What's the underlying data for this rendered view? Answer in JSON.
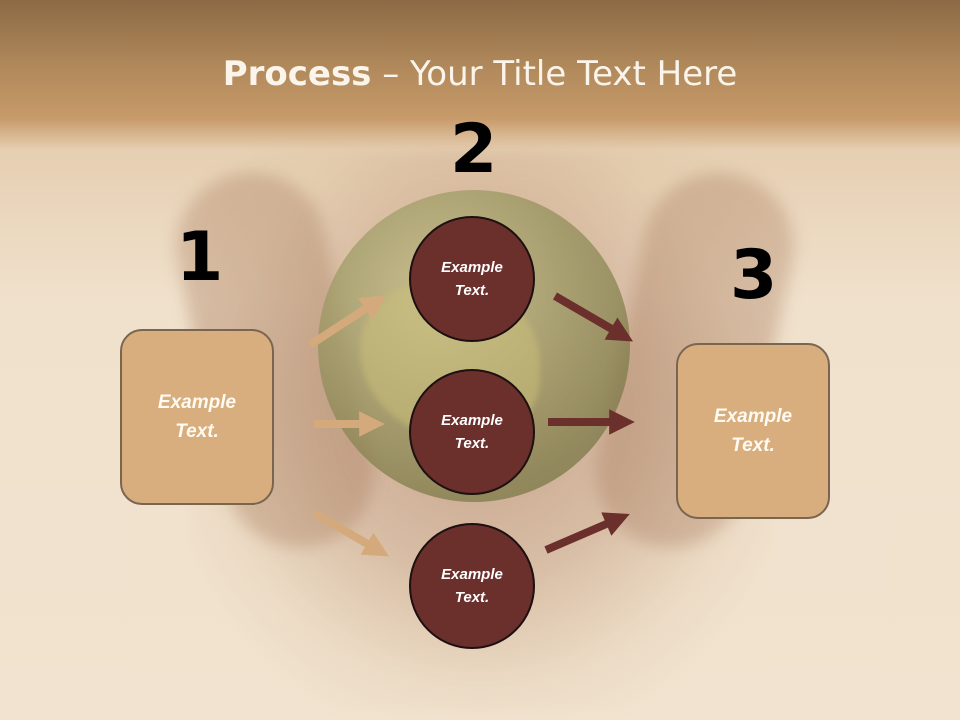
{
  "title": {
    "bold": "Process",
    "rest": " – Your Title Text Here"
  },
  "steps": {
    "one": "1",
    "two": "2",
    "three": "3"
  },
  "left_box": {
    "text": "Example Text."
  },
  "right_box": {
    "text": "Example Text."
  },
  "circles": [
    {
      "text": "Example Text."
    },
    {
      "text": "Example Text."
    },
    {
      "text": "Example Text."
    }
  ],
  "colors": {
    "header_brown": "#8c6a45",
    "box_tan": "#d8ae7e",
    "circle_maroon": "#6b2f2c",
    "arrow_tan": "#d4aa7c",
    "arrow_maroon": "#6b2f2c"
  }
}
